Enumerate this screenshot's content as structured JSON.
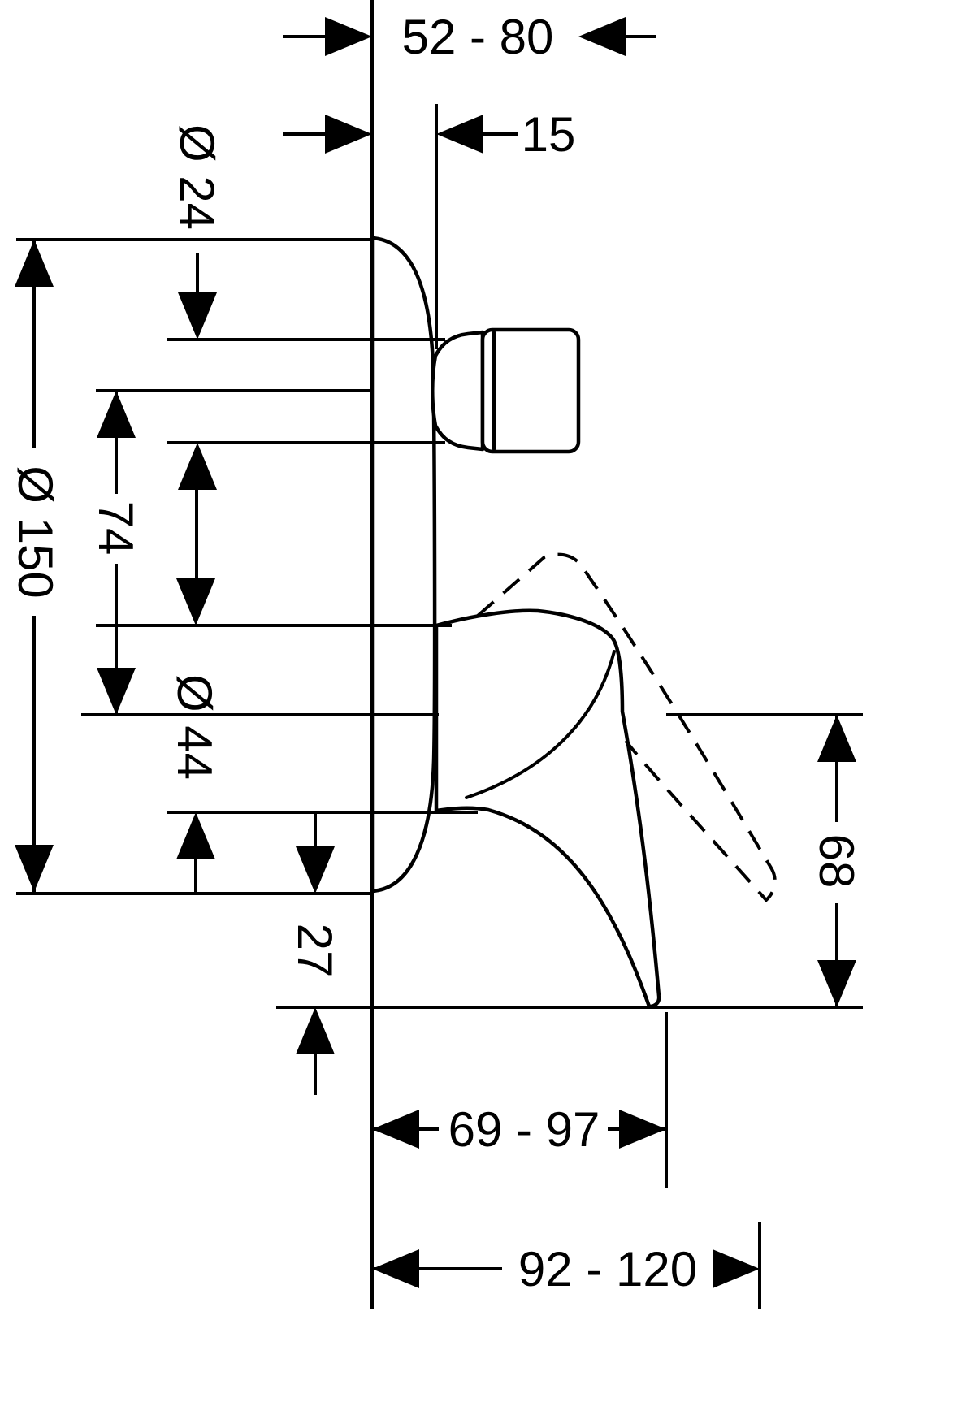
{
  "colors": {
    "background": "#ffffff",
    "line": "#000000",
    "text": "#000000"
  },
  "dimensions": {
    "d52_80": "52 - 80",
    "d15": "15",
    "d24": "Ø 24",
    "d150": "Ø 150",
    "d74": "74",
    "d44": "Ø 44",
    "d27": "27",
    "d68": "68",
    "d69_97": "69 - 97",
    "d92_120": "92 - 120"
  }
}
